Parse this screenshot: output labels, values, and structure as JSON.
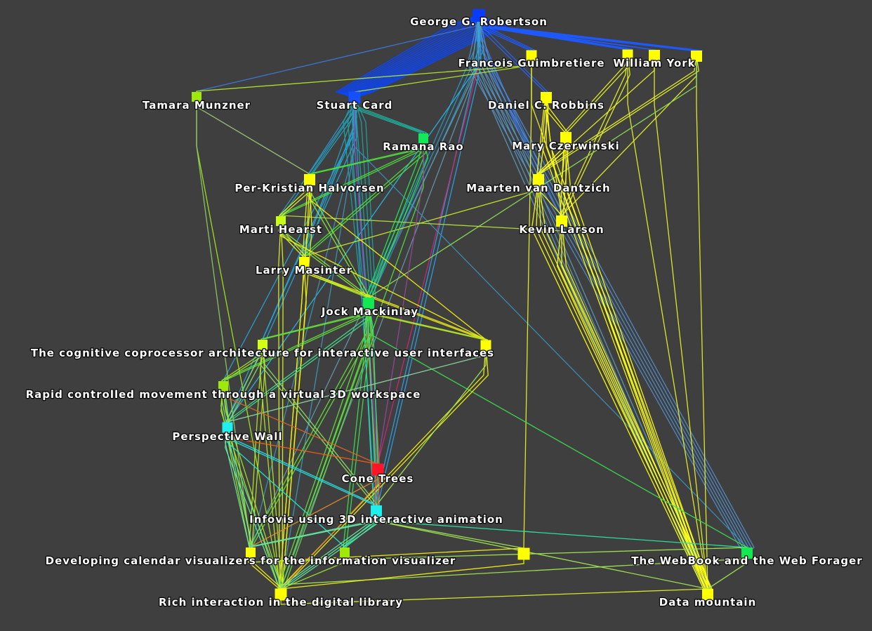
{
  "graph": {
    "background": "#3f3f3f",
    "nodes": [
      {
        "id": "robertson",
        "label": "George G. Robertson",
        "color": "#0a3cff"
      },
      {
        "id": "guimbretiere",
        "label": "Francois Guimbretiere",
        "color": "#ffff00"
      },
      {
        "id": "york",
        "label": "William York",
        "color": "#ffff00"
      },
      {
        "id": "york2",
        "label": "",
        "color": "#ffff00"
      },
      {
        "id": "york3",
        "label": "",
        "color": "#ffff00"
      },
      {
        "id": "munzner",
        "label": "Tamara Munzner",
        "color": "#9fe80a"
      },
      {
        "id": "card",
        "label": "Stuart Card",
        "color": "#1450ff"
      },
      {
        "id": "robbins",
        "label": "Daniel C. Robbins",
        "color": "#ffff00"
      },
      {
        "id": "rao",
        "label": "Ramana Rao",
        "color": "#12e85a"
      },
      {
        "id": "czerwinski",
        "label": "Mary Czerwinski",
        "color": "#ffff00"
      },
      {
        "id": "halvorsen",
        "label": "Per-Kristian Halvorsen",
        "color": "#ffff00"
      },
      {
        "id": "dantzich",
        "label": "Maarten van Dantzich",
        "color": "#ffff00"
      },
      {
        "id": "hearst",
        "label": "Marti Hearst",
        "color": "#c8ff14"
      },
      {
        "id": "larson",
        "label": "Kevin Larson",
        "color": "#ffff00"
      },
      {
        "id": "masinter",
        "label": "Larry Masinter",
        "color": "#ffff00"
      },
      {
        "id": "mackinlay",
        "label": "Jock Mackinlay",
        "color": "#12e850"
      },
      {
        "id": "cognitive",
        "label": "The cognitive coprocessor architecture for interactive user interfaces",
        "color": "#d2ff14"
      },
      {
        "id": "cognitive2",
        "label": "",
        "color": "#ffff00"
      },
      {
        "id": "rapid",
        "label": "Rapid controlled movement through a virtual 3D workspace",
        "color": "#9fe80a"
      },
      {
        "id": "perspective",
        "label": "Perspective Wall",
        "color": "#1ef0f0"
      },
      {
        "id": "cone",
        "label": "Cone Trees",
        "color": "#ff1428"
      },
      {
        "id": "infovis",
        "label": "Infovis using 3D interactive animation",
        "color": "#1ef0f0"
      },
      {
        "id": "calendar",
        "label": "Developing calendar visualizers for the information visualizer",
        "color": "#ffff00"
      },
      {
        "id": "calendar2",
        "label": "",
        "color": "#9fe80a"
      },
      {
        "id": "unlabeled",
        "label": "",
        "color": "#ffff00"
      },
      {
        "id": "webbook",
        "label": "The WebBook and the Web Forager",
        "color": "#12e850"
      },
      {
        "id": "rich",
        "label": "Rich interaction in the digital library",
        "color": "#ffff00"
      },
      {
        "id": "datamountain",
        "label": "Data mountain",
        "color": "#ffff00"
      }
    ],
    "edges": [
      {
        "from": "robertson",
        "to": "card",
        "count": 14,
        "color": "#0a46ff"
      },
      {
        "from": "robertson",
        "to": "guimbretiere",
        "count": 3,
        "color": "#1e5aff"
      },
      {
        "from": "robertson",
        "to": "york",
        "count": 4,
        "color": "#1e5aff"
      },
      {
        "from": "robertson",
        "to": "york2",
        "count": 2,
        "color": "#1e5aff"
      },
      {
        "from": "robertson",
        "to": "york3",
        "count": 5,
        "color": "#1e5aff"
      },
      {
        "from": "robertson",
        "to": "robbins",
        "count": 2,
        "color": "#2864f0"
      },
      {
        "from": "robertson",
        "to": "munzner",
        "count": 1,
        "color": "#3c78dc"
      },
      {
        "from": "robertson",
        "to": "dantzich",
        "count": 2,
        "color": "#3c78dc"
      },
      {
        "from": "robertson",
        "to": "larson",
        "count": 2,
        "color": "#3c78dc"
      },
      {
        "from": "robertson",
        "to": "mackinlay",
        "count": 3,
        "color": "#2896c8"
      },
      {
        "from": "robertson",
        "to": "webbook",
        "count": 6,
        "color": "#508cc8"
      },
      {
        "from": "robertson",
        "to": "datamountain",
        "count": 4,
        "color": "#5a96b4"
      },
      {
        "from": "robertson",
        "to": "infovis",
        "count": 2,
        "color": "#28a0e6"
      },
      {
        "from": "robertson",
        "to": "cone",
        "count": 1,
        "color": "#c82878"
      },
      {
        "from": "robertson",
        "to": "calendar",
        "count": 1,
        "color": "#6496aa"
      },
      {
        "from": "robertson",
        "to": "rich",
        "count": 1,
        "color": "#6496aa"
      },
      {
        "from": "robertson",
        "to": "perspective",
        "count": 1,
        "color": "#28b4e6"
      },
      {
        "from": "card",
        "to": "rao",
        "count": 3,
        "color": "#1eb4a0"
      },
      {
        "from": "card",
        "to": "halvorsen",
        "count": 2,
        "color": "#2896c8"
      },
      {
        "from": "card",
        "to": "hearst",
        "count": 2,
        "color": "#28a0b4"
      },
      {
        "from": "card",
        "to": "masinter",
        "count": 2,
        "color": "#28a0b4"
      },
      {
        "from": "card",
        "to": "mackinlay",
        "count": 6,
        "color": "#1ea0a0"
      },
      {
        "from": "card",
        "to": "rapid",
        "count": 1,
        "color": "#28a0d2"
      },
      {
        "from": "card",
        "to": "cognitive",
        "count": 1,
        "color": "#28a0d2"
      },
      {
        "from": "card",
        "to": "perspective",
        "count": 2,
        "color": "#28a0d2"
      },
      {
        "from": "card",
        "to": "infovis",
        "count": 2,
        "color": "#28a0c8"
      },
      {
        "from": "card",
        "to": "calendar",
        "count": 1,
        "color": "#3c8cb4"
      },
      {
        "from": "card",
        "to": "webbook",
        "count": 1,
        "color": "#3c8cb4"
      },
      {
        "from": "card",
        "to": "rich",
        "count": 1,
        "color": "#3c96b4"
      },
      {
        "from": "card",
        "to": "cone",
        "count": 1,
        "color": "#963cb4"
      },
      {
        "from": "guimbretiere",
        "to": "munzner",
        "count": 1,
        "color": "#b4e628"
      },
      {
        "from": "guimbretiere",
        "to": "card",
        "count": 1,
        "color": "#b4e628"
      },
      {
        "from": "guimbretiere",
        "to": "unlabeled",
        "count": 1,
        "color": "#e6f028"
      },
      {
        "from": "guimbretiere",
        "to": "datamountain",
        "count": 1,
        "color": "#e6f028"
      },
      {
        "from": "york",
        "to": "czerwinski",
        "count": 2,
        "color": "#e6f028"
      },
      {
        "from": "york",
        "to": "larson",
        "count": 2,
        "color": "#e6f028"
      },
      {
        "from": "york",
        "to": "datamountain",
        "count": 1,
        "color": "#e6f028"
      },
      {
        "from": "york2",
        "to": "dantzich",
        "count": 1,
        "color": "#e6f028"
      },
      {
        "from": "york2",
        "to": "datamountain",
        "count": 1,
        "color": "#e6f028"
      },
      {
        "from": "york3",
        "to": "dantzich",
        "count": 2,
        "color": "#e6f028"
      },
      {
        "from": "york3",
        "to": "larson",
        "count": 1,
        "color": "#e6f028"
      },
      {
        "from": "york3",
        "to": "datamountain",
        "count": 1,
        "color": "#e6f028"
      },
      {
        "from": "york3",
        "to": "mackinlay",
        "count": 1,
        "color": "#8cdc50"
      },
      {
        "from": "robbins",
        "to": "czerwinski",
        "count": 2,
        "color": "#ffff14"
      },
      {
        "from": "robbins",
        "to": "dantzich",
        "count": 2,
        "color": "#ffff14"
      },
      {
        "from": "robbins",
        "to": "larson",
        "count": 1,
        "color": "#ffff14"
      },
      {
        "from": "robbins",
        "to": "datamountain",
        "count": 3,
        "color": "#ffff14"
      },
      {
        "from": "czerwinski",
        "to": "dantzich",
        "count": 2,
        "color": "#ffff14"
      },
      {
        "from": "czerwinski",
        "to": "larson",
        "count": 2,
        "color": "#ffff14"
      },
      {
        "from": "czerwinski",
        "to": "datamountain",
        "count": 3,
        "color": "#ffff14"
      },
      {
        "from": "dantzich",
        "to": "larson",
        "count": 1,
        "color": "#ffff14"
      },
      {
        "from": "dantzich",
        "to": "datamountain",
        "count": 4,
        "color": "#ffff14"
      },
      {
        "from": "larson",
        "to": "datamountain",
        "count": 3,
        "color": "#ffff14"
      },
      {
        "from": "dantzich",
        "to": "masinter",
        "count": 1,
        "color": "#c8e628"
      },
      {
        "from": "larson",
        "to": "hearst",
        "count": 1,
        "color": "#b4dc3c"
      },
      {
        "from": "munzner",
        "to": "halvorsen",
        "count": 1,
        "color": "#a0c878"
      },
      {
        "from": "munzner",
        "to": "rich",
        "count": 1,
        "color": "#a0e61e"
      },
      {
        "from": "munzner",
        "to": "calendar",
        "count": 1,
        "color": "#8cc864"
      },
      {
        "from": "rao",
        "to": "halvorsen",
        "count": 2,
        "color": "#50dc3c"
      },
      {
        "from": "rao",
        "to": "hearst",
        "count": 2,
        "color": "#50dc3c"
      },
      {
        "from": "rao",
        "to": "masinter",
        "count": 2,
        "color": "#50dc3c"
      },
      {
        "from": "rao",
        "to": "mackinlay",
        "count": 3,
        "color": "#28e650"
      },
      {
        "from": "rao",
        "to": "rich",
        "count": 1,
        "color": "#50dc3c"
      },
      {
        "from": "rao",
        "to": "cone",
        "count": 1,
        "color": "#964696"
      },
      {
        "from": "halvorsen",
        "to": "hearst",
        "count": 2,
        "color": "#dcf028"
      },
      {
        "from": "halvorsen",
        "to": "masinter",
        "count": 2,
        "color": "#dcf028"
      },
      {
        "from": "halvorsen",
        "to": "mackinlay",
        "count": 2,
        "color": "#8ce63c"
      },
      {
        "from": "halvorsen",
        "to": "cognitive2",
        "count": 1,
        "color": "#f0f014"
      },
      {
        "from": "halvorsen",
        "to": "rich",
        "count": 2,
        "color": "#f0f014"
      },
      {
        "from": "hearst",
        "to": "masinter",
        "count": 2,
        "color": "#dcf028"
      },
      {
        "from": "hearst",
        "to": "mackinlay",
        "count": 2,
        "color": "#8ce63c"
      },
      {
        "from": "hearst",
        "to": "cognitive2",
        "count": 1,
        "color": "#f0f014"
      },
      {
        "from": "hearst",
        "to": "rich",
        "count": 2,
        "color": "#dcf028"
      },
      {
        "from": "masinter",
        "to": "mackinlay",
        "count": 2,
        "color": "#8ce63c"
      },
      {
        "from": "masinter",
        "to": "cognitive2",
        "count": 2,
        "color": "#f0f014"
      },
      {
        "from": "masinter",
        "to": "rich",
        "count": 2,
        "color": "#f0f014"
      },
      {
        "from": "mackinlay",
        "to": "cognitive",
        "count": 2,
        "color": "#64dc3c"
      },
      {
        "from": "mackinlay",
        "to": "rapid",
        "count": 2,
        "color": "#64dc3c"
      },
      {
        "from": "mackinlay",
        "to": "perspective",
        "count": 2,
        "color": "#46dc8c"
      },
      {
        "from": "mackinlay",
        "to": "cone",
        "count": 2,
        "color": "#b48c28"
      },
      {
        "from": "mackinlay",
        "to": "infovis",
        "count": 3,
        "color": "#28e6a0"
      },
      {
        "from": "mackinlay",
        "to": "calendar",
        "count": 2,
        "color": "#64dc3c"
      },
      {
        "from": "mackinlay",
        "to": "calendar2",
        "count": 2,
        "color": "#3cdc50"
      },
      {
        "from": "mackinlay",
        "to": "rich",
        "count": 3,
        "color": "#64dc3c"
      },
      {
        "from": "mackinlay",
        "to": "cognitive2",
        "count": 2,
        "color": "#b4e628"
      },
      {
        "from": "mackinlay",
        "to": "webbook",
        "count": 1,
        "color": "#3cdc50"
      },
      {
        "from": "cognitive",
        "to": "rapid",
        "count": 2,
        "color": "#a0e628"
      },
      {
        "from": "cognitive",
        "to": "perspective",
        "count": 2,
        "color": "#8cdc64"
      },
      {
        "from": "cognitive",
        "to": "infovis",
        "count": 2,
        "color": "#8cdc64"
      },
      {
        "from": "cognitive",
        "to": "calendar",
        "count": 2,
        "color": "#b4e628"
      },
      {
        "from": "cognitive",
        "to": "rich",
        "count": 2,
        "color": "#b4e628"
      },
      {
        "from": "cognitive2",
        "to": "perspective",
        "count": 1,
        "color": "#8cdca0"
      },
      {
        "from": "cognitive2",
        "to": "rich",
        "count": 2,
        "color": "#f0f014"
      },
      {
        "from": "cognitive2",
        "to": "infovis",
        "count": 1,
        "color": "#a0e650"
      },
      {
        "from": "rapid",
        "to": "perspective",
        "count": 2,
        "color": "#64e6a0"
      },
      {
        "from": "rapid",
        "to": "calendar",
        "count": 2,
        "color": "#a0e628"
      },
      {
        "from": "rapid",
        "to": "rich",
        "count": 2,
        "color": "#a0e628"
      },
      {
        "from": "rapid",
        "to": "cone",
        "count": 1,
        "color": "#dc6428"
      },
      {
        "from": "perspective",
        "to": "cone",
        "count": 1,
        "color": "#ff5a14"
      },
      {
        "from": "perspective",
        "to": "infovis",
        "count": 2,
        "color": "#28e6e6"
      },
      {
        "from": "perspective",
        "to": "calendar",
        "count": 2,
        "color": "#64e6a0"
      },
      {
        "from": "perspective",
        "to": "calendar2",
        "count": 1,
        "color": "#28e6c8"
      },
      {
        "from": "perspective",
        "to": "rich",
        "count": 2,
        "color": "#64e6a0"
      },
      {
        "from": "cone",
        "to": "infovis",
        "count": 2,
        "color": "#ff3c28"
      },
      {
        "from": "cone",
        "to": "calendar",
        "count": 1,
        "color": "#dc8c28"
      },
      {
        "from": "cone",
        "to": "rich",
        "count": 1,
        "color": "#dc8c28"
      },
      {
        "from": "infovis",
        "to": "calendar",
        "count": 2,
        "color": "#64e6a0"
      },
      {
        "from": "infovis",
        "to": "calendar2",
        "count": 2,
        "color": "#28e6a0"
      },
      {
        "from": "infovis",
        "to": "rich",
        "count": 3,
        "color": "#64e6a0"
      },
      {
        "from": "infovis",
        "to": "unlabeled",
        "count": 1,
        "color": "#a0e650"
      },
      {
        "from": "infovis",
        "to": "webbook",
        "count": 1,
        "color": "#28e6a0"
      },
      {
        "from": "infovis",
        "to": "datamountain",
        "count": 1,
        "color": "#a0e650"
      },
      {
        "from": "calendar",
        "to": "rich",
        "count": 2,
        "color": "#f0f014"
      },
      {
        "from": "calendar",
        "to": "unlabeled",
        "count": 1,
        "color": "#f0f014"
      },
      {
        "from": "calendar",
        "to": "webbook",
        "count": 1,
        "color": "#a0e650"
      },
      {
        "from": "calendar2",
        "to": "rich",
        "count": 1,
        "color": "#a0e628"
      },
      {
        "from": "rich",
        "to": "webbook",
        "count": 1,
        "color": "#a0e650"
      },
      {
        "from": "rich",
        "to": "datamountain",
        "count": 1,
        "color": "#dcf028"
      },
      {
        "from": "unlabeled",
        "to": "rich",
        "count": 1,
        "color": "#f0f014"
      },
      {
        "from": "webbook",
        "to": "datamountain",
        "count": 1,
        "color": "#a0e650"
      }
    ]
  }
}
